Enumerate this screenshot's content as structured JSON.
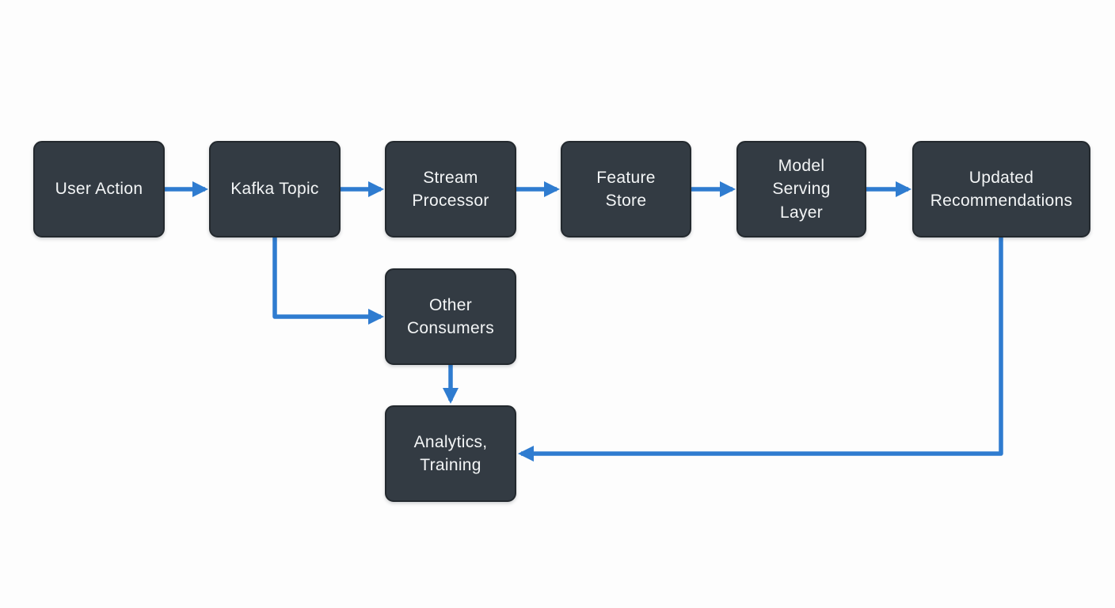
{
  "diagram": {
    "type": "flowchart",
    "description": "Streaming data pipeline flow from user action to updated recommendations with analytics branch",
    "nodes": [
      {
        "id": "user-action",
        "label": "User Action"
      },
      {
        "id": "kafka-topic",
        "label": "Kafka Topic"
      },
      {
        "id": "stream-processor",
        "label": "Stream\nProcessor"
      },
      {
        "id": "feature-store",
        "label": "Feature\nStore"
      },
      {
        "id": "model-serving-layer",
        "label": "Model\nServing\nLayer"
      },
      {
        "id": "updated-recommendations",
        "label": "Updated\nRecommendations"
      },
      {
        "id": "other-consumers",
        "label": "Other\nConsumers"
      },
      {
        "id": "analytics-training",
        "label": "Analytics,\nTraining"
      }
    ],
    "edges": [
      {
        "from": "user-action",
        "to": "kafka-topic"
      },
      {
        "from": "kafka-topic",
        "to": "stream-processor"
      },
      {
        "from": "stream-processor",
        "to": "feature-store"
      },
      {
        "from": "feature-store",
        "to": "model-serving-layer"
      },
      {
        "from": "model-serving-layer",
        "to": "updated-recommendations"
      },
      {
        "from": "kafka-topic",
        "to": "other-consumers"
      },
      {
        "from": "other-consumers",
        "to": "analytics-training"
      },
      {
        "from": "updated-recommendations",
        "to": "analytics-training"
      }
    ],
    "colors": {
      "background": "#fdfdfd",
      "node_fill": "#333b43",
      "node_border": "#23292e",
      "node_text": "#f3f5f6",
      "arrow": "#2f7cd0"
    }
  }
}
